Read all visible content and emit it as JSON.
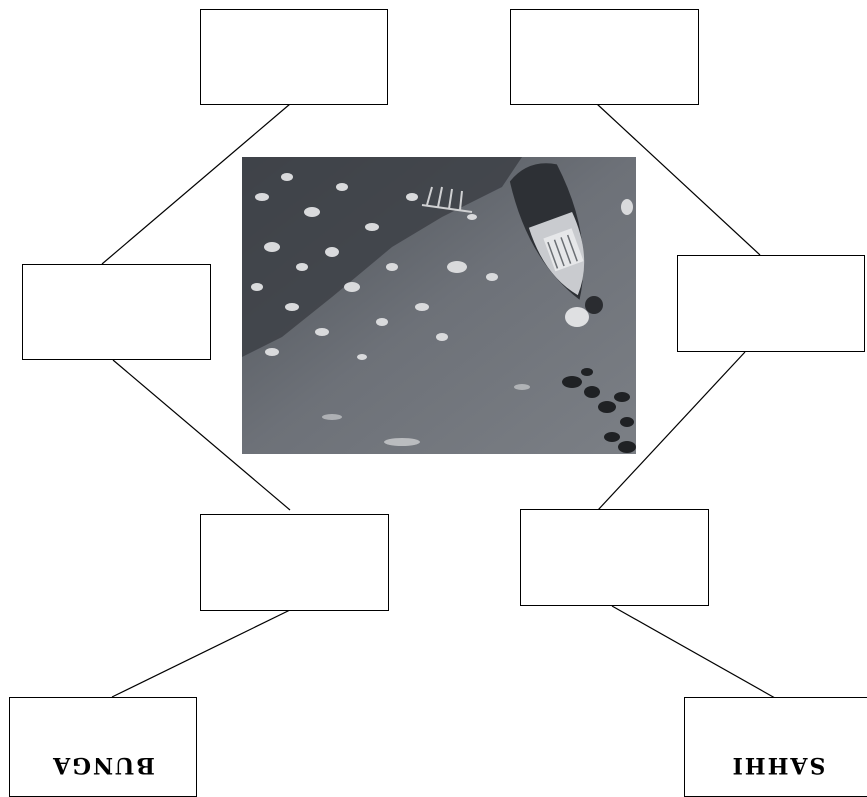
{
  "diagram": {
    "boxes": [
      {
        "id": "top-left",
        "label": ""
      },
      {
        "id": "top-right",
        "label": ""
      },
      {
        "id": "middle-left",
        "label": ""
      },
      {
        "id": "middle-right",
        "label": ""
      },
      {
        "id": "lower-left",
        "label": ""
      },
      {
        "id": "lower-right",
        "label": ""
      },
      {
        "id": "bottom-left",
        "label": "BUNGA"
      },
      {
        "id": "bottom-right",
        "label": "SAHHI"
      }
    ],
    "center_image": "river-with-boat-and-floating-flowers-photo",
    "line_color": "#000000"
  }
}
